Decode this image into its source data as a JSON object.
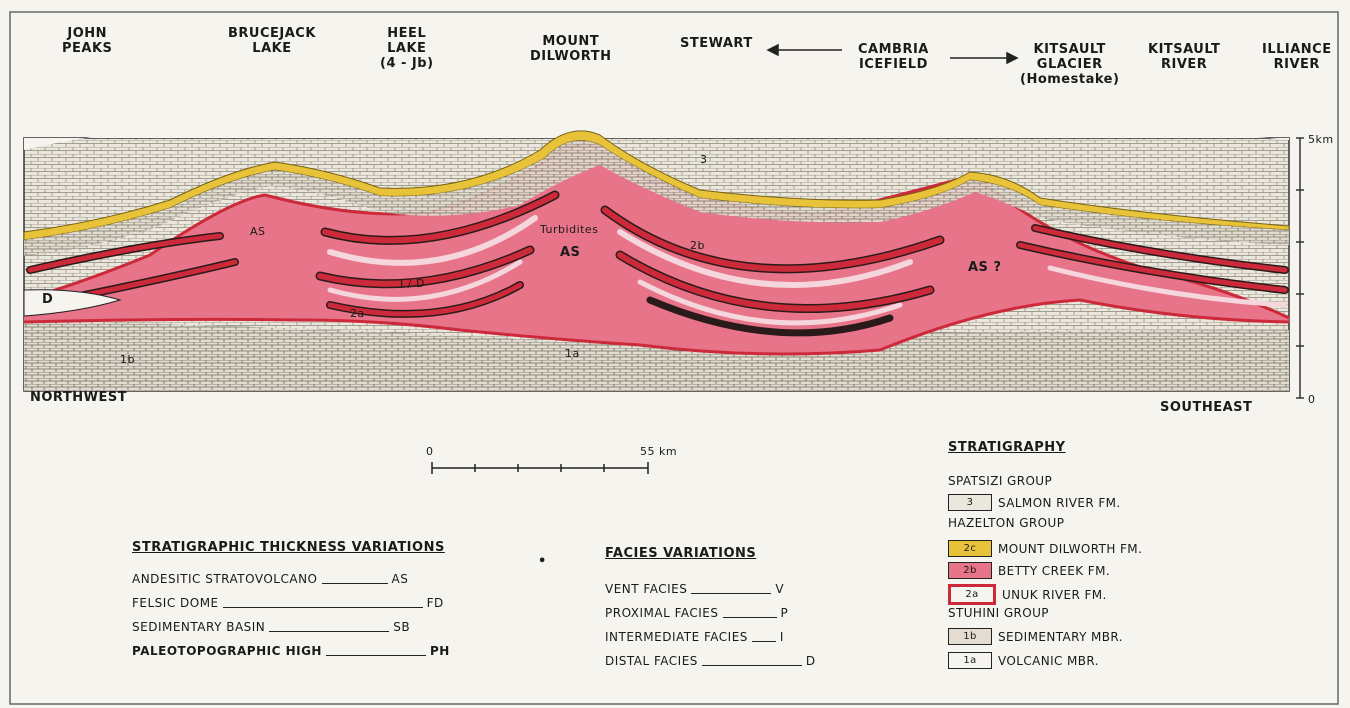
{
  "title": "",
  "top_labels": [
    {
      "text": "JOHN\nPEAKS"
    },
    {
      "text": "BRUCEJACK\nLAKE"
    },
    {
      "text": "HEEL\nLAKE\n(4 - Jb)"
    },
    {
      "text": "MOUNT\nDILWORTH"
    },
    {
      "text": "STEWART"
    },
    {
      "text": "CAMBRIA\nICEFIELD"
    },
    {
      "text": "KITSAULT\nGLACIER\n(Homestake)"
    },
    {
      "text": "KITSAULT\nRIVER"
    },
    {
      "text": "ILLIANCE\nRIVER"
    }
  ],
  "direction": {
    "northwest": "NORTHWEST",
    "southeast": "SOUTHEAST"
  },
  "vertical_scale": {
    "top": "5km",
    "bottom": "0"
  },
  "horizontal_scale": {
    "start": "0",
    "end": "55 km"
  },
  "section_labels": {
    "as_left": "AS",
    "as_center": "AS",
    "as_right": "AS ?",
    "turbidites": "Turbidites",
    "d_left": "D",
    "i_d": "I / D",
    "label_1a": "1a",
    "label_1b": "1b",
    "label_2a": "2a",
    "label_2b": "2b",
    "label_3": "3"
  },
  "thickness_legend": {
    "heading": "STRATIGRAPHIC THICKNESS VARIATIONS",
    "rows": [
      {
        "label": "ANDESITIC STRATOVOLCANO",
        "code": "AS"
      },
      {
        "label": "FELSIC DOME",
        "code": "FD"
      },
      {
        "label": "SEDIMENTARY BASIN",
        "code": "SB"
      },
      {
        "label": "PALEOTOPOGRAPHIC HIGH",
        "code": "PH"
      }
    ]
  },
  "facies_legend": {
    "heading": "FACIES VARIATIONS",
    "rows": [
      {
        "label": "VENT FACIES",
        "code": "V"
      },
      {
        "label": "PROXIMAL FACIES",
        "code": "P"
      },
      {
        "label": "INTERMEDIATE FACIES",
        "code": "I"
      },
      {
        "label": "DISTAL FACIES",
        "code": "D"
      }
    ]
  },
  "stratigraphy": {
    "heading": "STRATIGRAPHY",
    "spatsizi": "SPATSIZI GROUP",
    "salmon_river": "SALMON RIVER FM.",
    "hazelton": "HAZELTON GROUP",
    "mount_dilworth": "MOUNT DILWORTH FM.",
    "betty_creek": "BETTY CREEK FM.",
    "unuk_river": "UNUK RIVER FM.",
    "stuhini": "STUHINI GROUP",
    "sedimentary": "SEDIMENTARY MBR.",
    "volcanic": "VOLCANIC MBR.",
    "swatch_3": "3",
    "swatch_2c": "2c",
    "swatch_2b": "2b",
    "swatch_2a": "2a",
    "swatch_1b": "1b",
    "swatch_1a": "1a"
  },
  "colors": {
    "pink": "#e8748a",
    "pink_light": "#f1a3b4",
    "red": "#cc2a3a",
    "yellow": "#e8c33a",
    "sed": "#e6e2d6",
    "frame": "#333333"
  },
  "dot_marker": "•"
}
